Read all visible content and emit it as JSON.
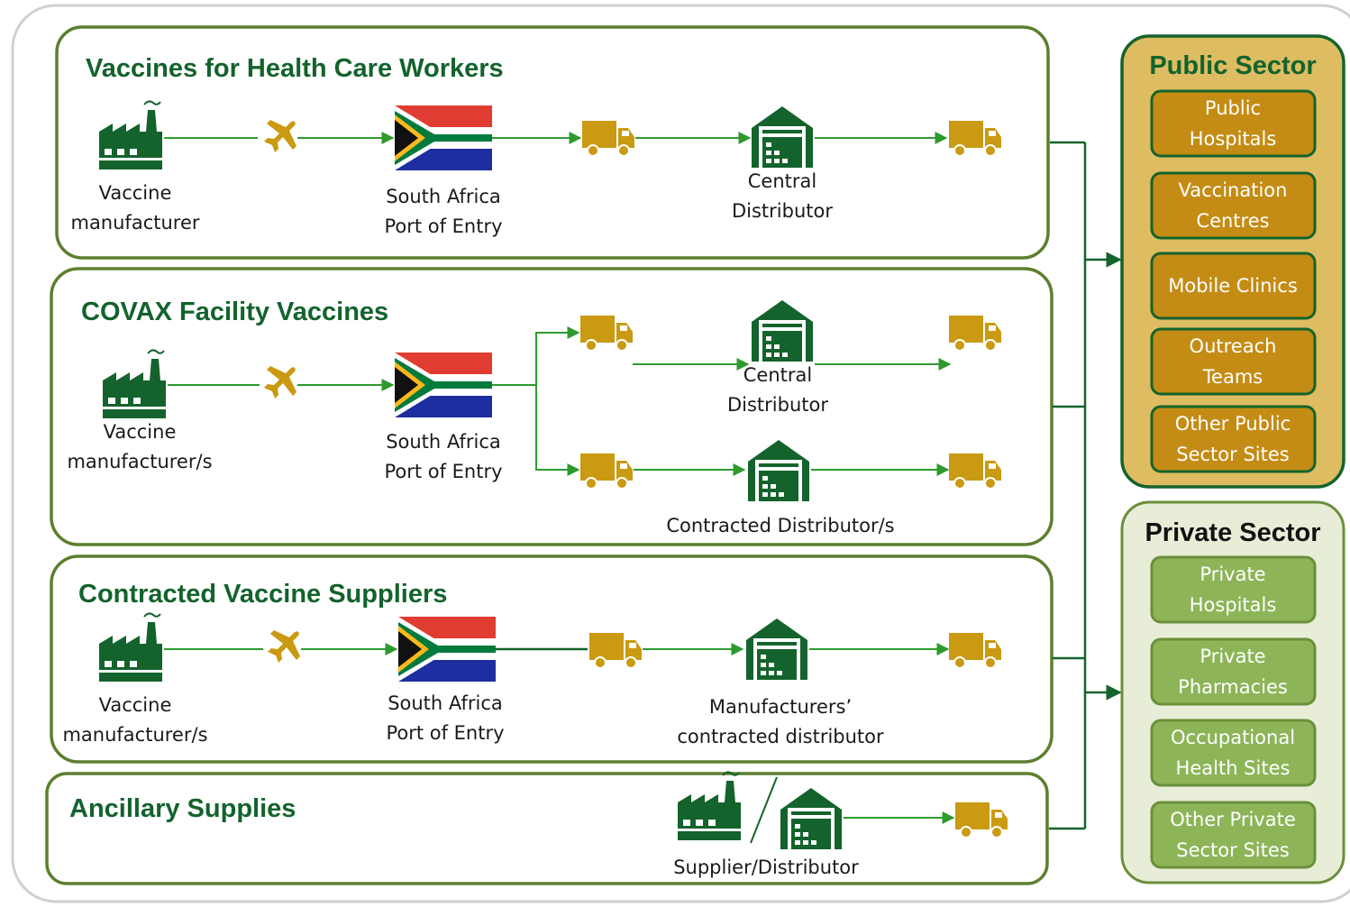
{
  "lanes": [
    {
      "title": "Vaccines for Health Care Workers",
      "manufacturer": [
        "Vaccine",
        "manufacturer"
      ],
      "port": [
        "South Africa",
        "Port of Entry"
      ],
      "distributor": [
        "Central",
        "Distributor"
      ]
    },
    {
      "title": "COVAX Facility Vaccines",
      "manufacturer": [
        "Vaccine",
        "manufacturer/s"
      ],
      "port": [
        "South Africa",
        "Port of Entry"
      ],
      "central_distributor": [
        "Central",
        "Distributor"
      ],
      "contracted_distributor": "Contracted Distributor/s"
    },
    {
      "title": "Contracted Vaccine Suppliers",
      "manufacturer": [
        "Vaccine",
        "manufacturer/s"
      ],
      "port": [
        "South Africa",
        "Port of Entry"
      ],
      "distributor": [
        "Manufacturers’",
        "contracted distributor"
      ]
    },
    {
      "title": "Ancillary Supplies",
      "supplier": "Supplier/Distributor"
    }
  ],
  "public_sector": {
    "title": "Public Sector",
    "sites": [
      [
        "Public",
        "Hospitals"
      ],
      [
        "Vaccination",
        "Centres"
      ],
      [
        "Mobile Clinics"
      ],
      [
        "Outreach",
        "Teams"
      ],
      [
        "Other Public",
        "Sector Sites"
      ]
    ]
  },
  "private_sector": {
    "title": "Private Sector",
    "sites": [
      [
        "Private",
        "Hospitals"
      ],
      [
        "Private",
        "Pharmacies"
      ],
      [
        "Occupational",
        "Health Sites"
      ],
      [
        "Other Private",
        "Sector Sites"
      ]
    ]
  },
  "icons": [
    "factory-icon",
    "airplane-icon",
    "south-africa-flag-icon",
    "truck-icon",
    "warehouse-icon"
  ],
  "colors": {
    "dark_green": "#13632c",
    "lane_border": "#5c7f2e",
    "flow_arrow": "#2e9a2e",
    "truck_gold": "#c99a12",
    "public_fill": "#ddbc62",
    "public_site": "#c48c14",
    "private_fill": "#e8edd8",
    "private_site": "#8db558"
  }
}
